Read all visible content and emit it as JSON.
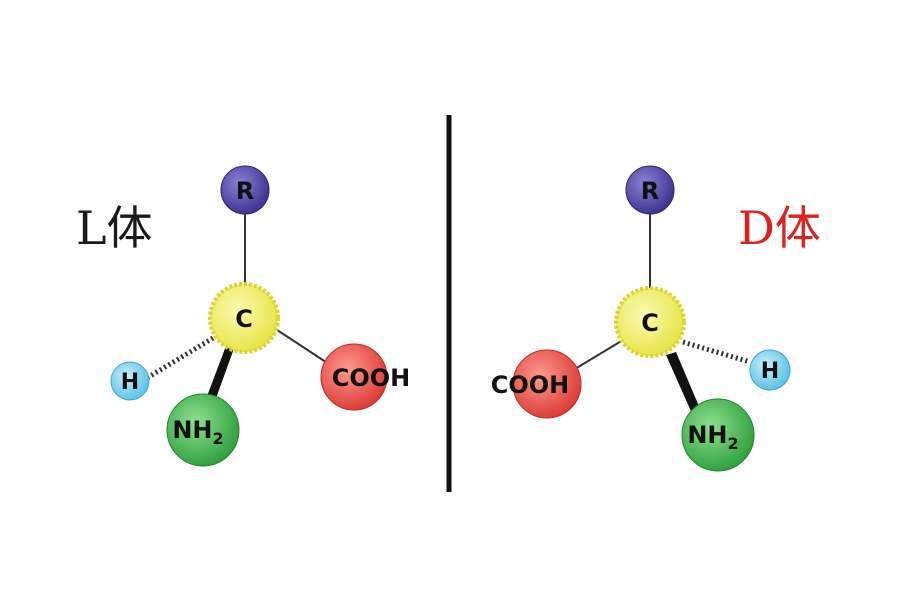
{
  "left_label": "L体",
  "right_label": "D体",
  "atoms": {
    "r": "R",
    "c": "C",
    "h": "H",
    "nh": "NH",
    "nh_sub": "2",
    "cooh": "COOH"
  },
  "colors": {
    "r": "#4a3fa3",
    "c": "#f1ee5a",
    "h": "#69c9ea",
    "nh2": "#3cae4b",
    "cooh": "#e84b4b",
    "divider": "#111111",
    "d_label": "#e0201e"
  }
}
